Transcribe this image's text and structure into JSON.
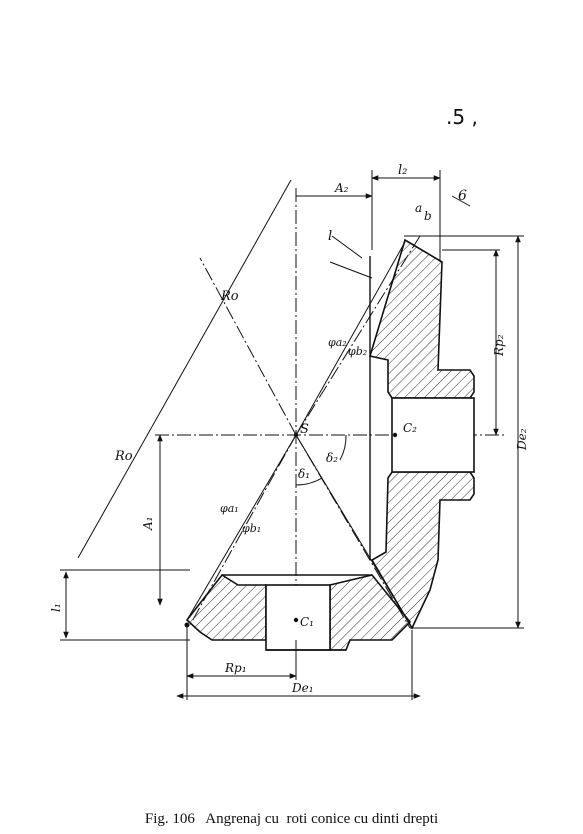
{
  "page_number": ".5 ,",
  "caption": "Fig. 106   Angrenaj cu  roti conice cu dinti drepti",
  "colors": {
    "ink": "#111111",
    "hatch": "#333333"
  },
  "labels": {
    "l2": "l₂",
    "A2": "A₂",
    "a": "a",
    "b": "b",
    "six": "6",
    "l": "l",
    "Ro_upper": "Ro",
    "Ro_lower": "Ro",
    "phi_a2": "φa₂",
    "phi_b2": "φb₂",
    "Rp2": "Rp₂",
    "De2": "De₂",
    "S": "S",
    "C2": "C₂",
    "delta1": "δ₁",
    "delta2": "δ₂",
    "A1": "A₁",
    "phi_a1": "φa₁",
    "phi_b1": "φb₁",
    "l1": "l₁",
    "C1": "C₁",
    "Rp1": "Rp₁",
    "De1": "De₁"
  }
}
